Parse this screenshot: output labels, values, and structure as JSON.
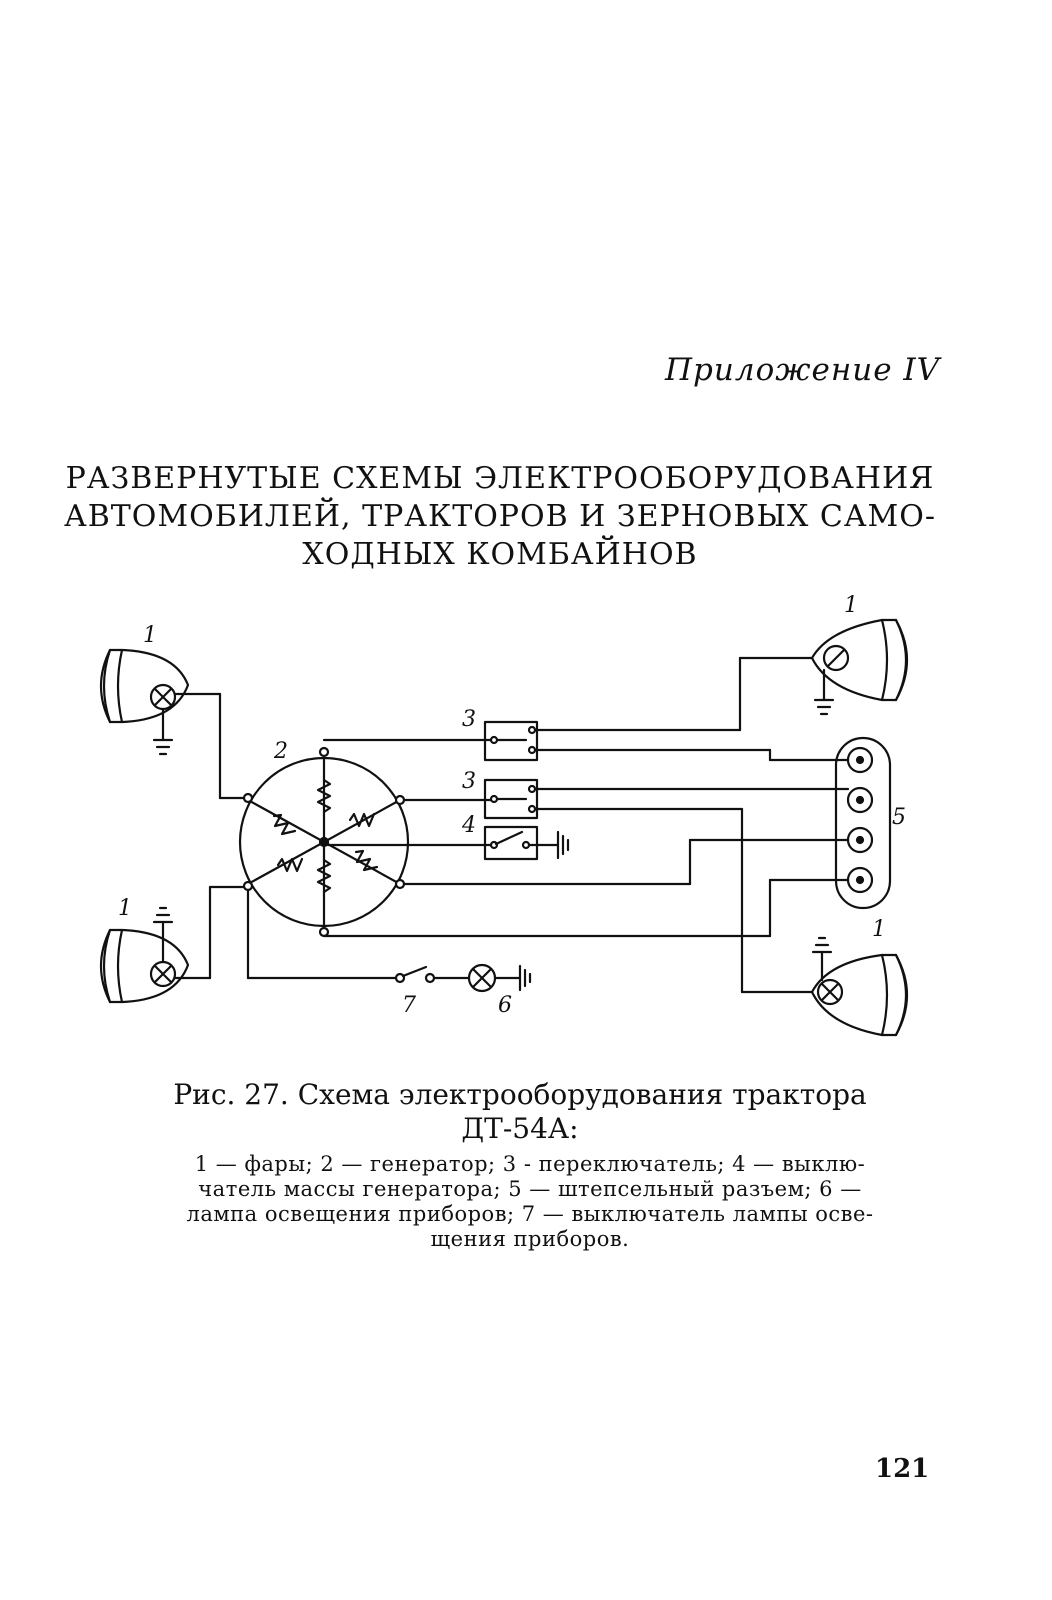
{
  "header": {
    "appendix": "Приложение IV"
  },
  "title": {
    "line1": "РАЗВЕРНУТЫЕ СХЕМЫ ЭЛЕКТРООБОРУДОВАНИЯ",
    "line2": "АВТОМОБИЛЕЙ, ТРАКТОРОВ И ЗЕРНОВЫХ САМО-",
    "line3": "ХОДНЫХ КОМБАЙНОВ"
  },
  "diagram": {
    "labels": {
      "headlight_top_left": "1",
      "headlight_top_right": "1",
      "headlight_bottom_left": "1",
      "headlight_bottom_right": "1",
      "generator": "2",
      "switch_top": "3",
      "switch_middle": "3",
      "ground_switch": "4",
      "plug_connector": "5",
      "instrument_lamp": "6",
      "lamp_switch": "7"
    }
  },
  "caption": {
    "title_line1": "Рис. 27. Схема электрооборудования трактора",
    "title_line2": "ДТ-54А:",
    "legend_line1": "1 — фары; 2 — генератор; 3 - переключатель; 4 — выклю-",
    "legend_line2": "чатель массы генератора; 5 — штепсельный разъем; 6 —",
    "legend_line3": "лампа освещения приборов; 7 — выключатель лампы осве-",
    "legend_line4": "щения приборов."
  },
  "page": {
    "number": "121"
  }
}
